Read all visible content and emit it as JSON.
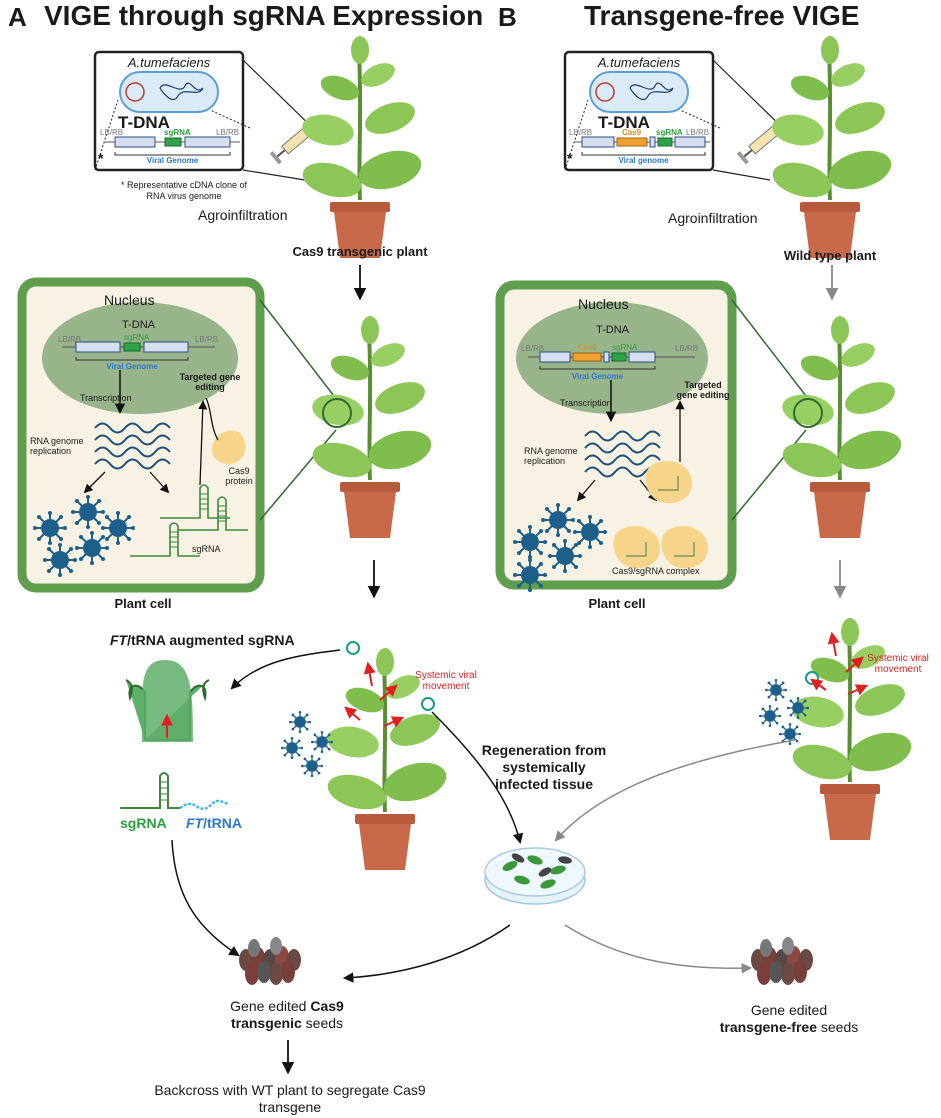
{
  "panel_a": {
    "letter": "A",
    "title": "VIGE through sgRNA Expression",
    "inset": {
      "organism": "A.tumefaciens",
      "tdna": "T-DNA",
      "lb_left": "LB/RB",
      "lb_right": "LB/RB",
      "sgrna": "sgRNA",
      "viral_genome": "Viral Genome",
      "asterisk": "*"
    },
    "footnote": "* Representative cDNA clone of RNA virus genome",
    "agro": "Agroinfiltration",
    "plant_label": "Cas9 transgenic plant",
    "cell": {
      "nucleus": "Nucleus",
      "tdna": "T-DNA",
      "lb_left": "LB/RB",
      "lb_right": "LB/RB",
      "sgrna": "sgRNA",
      "viral_genome": "Viral Genome",
      "transcription": "Transcription",
      "targeted": "Targeted gene editing",
      "replication": "RNA genome replication",
      "cas9": "Cas9 protein",
      "sgrna_bottom": "sgRNA",
      "caption": "Plant cell"
    },
    "ft_title_italic": "FT",
    "ft_title_rest": "/tRNA augmented sgRNA",
    "sgrna_label": "sgRNA",
    "ft_label_italic": "FT",
    "ft_label_rest": "/tRNA",
    "systemic": "Systemic viral movement",
    "seeds_line1": "Gene edited",
    "seeds_bold1": "Cas9",
    "seeds_bold2": "transgenic",
    "seeds_line2": "seeds",
    "backcross": "Backcross with WT plant to segregate Cas9 transgene"
  },
  "panel_b": {
    "letter": "B",
    "title": "Transgene-free VIGE",
    "inset": {
      "organism": "A.tumefaciens",
      "tdna": "T-DNA",
      "lb_left": "LB/RB",
      "lb_right": "LB/RB",
      "cas9": "Cas9",
      "sgrna": "sgRNA",
      "viral_genome": "Viral genome",
      "asterisk": "*"
    },
    "agro": "Agroinfiltration",
    "plant_label": "Wild type plant",
    "cell": {
      "nucleus": "Nucleus",
      "tdna": "T-DNA",
      "lb_left": "LB/RB",
      "lb_right": "LB/RB",
      "cas9": "Cas9",
      "sgrna": "sgRNA",
      "viral_genome": "Viral Genome",
      "transcription": "Transcription",
      "targeted": "Targeted gene editing",
      "replication": "RNA genome replication",
      "complex": "Cas9/sgRNA complex",
      "caption": "Plant cell"
    },
    "systemic": "Systemic viral movement",
    "seeds_line1": "Gene edited",
    "seeds_bold": "transgene-free",
    "seeds_line2": "seeds"
  },
  "center": {
    "regeneration": "Regeneration from systemically infected tissue"
  },
  "colors": {
    "leaf": "#8cc657",
    "leaf_dark": "#6aa53a",
    "pot": "#c8694a",
    "cell_border": "#5e9e4c",
    "nucleus": "#97b48a",
    "virus": "#1c5f8a",
    "red": "#e02020",
    "cas9_protein": "#f6d58a"
  }
}
